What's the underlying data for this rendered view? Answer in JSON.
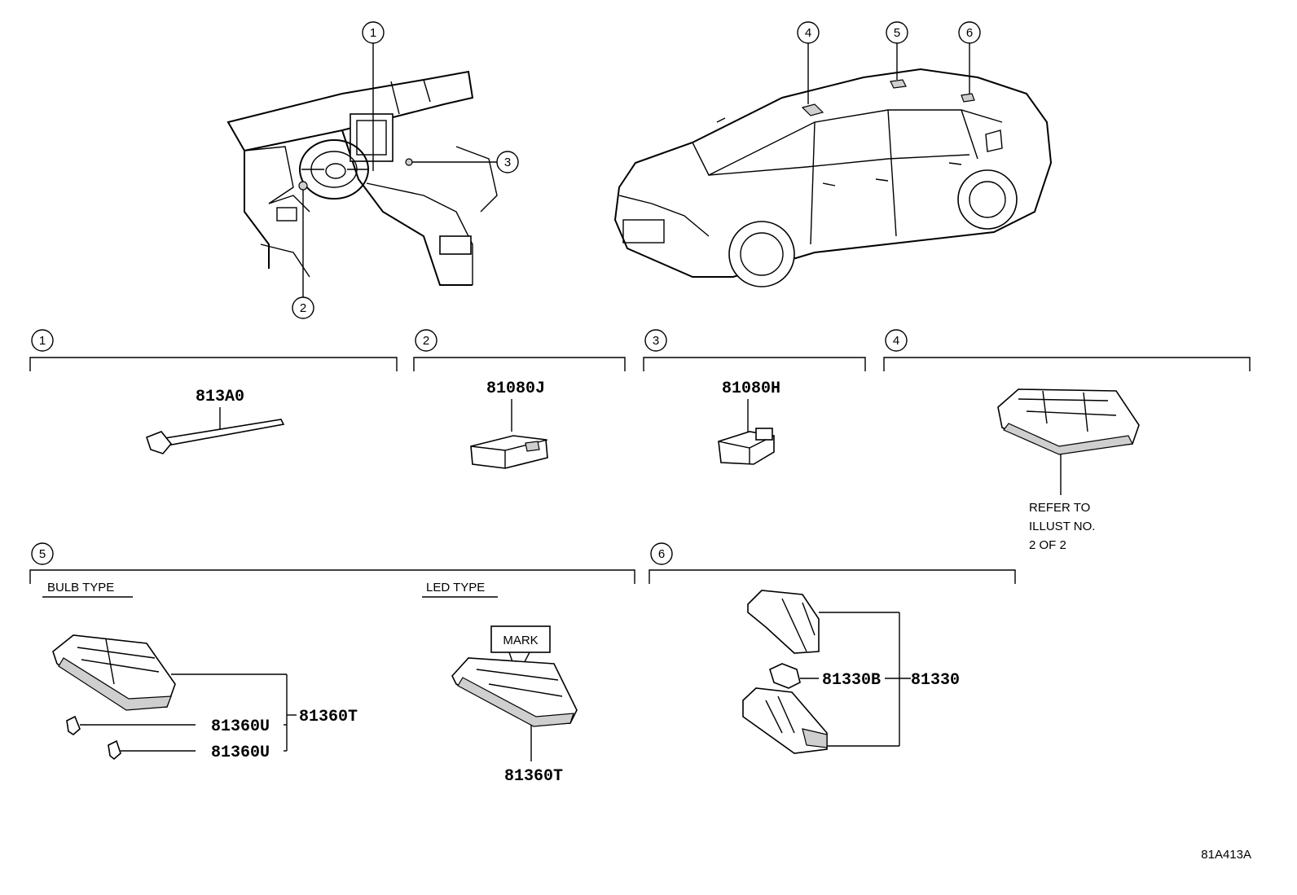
{
  "callouts": [
    "1",
    "2",
    "3",
    "4",
    "5",
    "6"
  ],
  "parts": {
    "p813A0": "813A0",
    "p81080J": "81080J",
    "p81080H": "81080H",
    "p81360T_bulb": "81360T",
    "p81360U_a": "81360U",
    "p81360U_b": "81360U",
    "p81360T_led": "81360T",
    "p81330B": "81330B",
    "p81330": "81330"
  },
  "labels": {
    "refer_line1": "REFER TO",
    "refer_line2": "ILLUST NO.",
    "refer_line3": "2 OF 2",
    "bulb_type": "BULB TYPE",
    "led_type": "LED TYPE",
    "mark": "MARK"
  },
  "illustration_code": "81A413A"
}
